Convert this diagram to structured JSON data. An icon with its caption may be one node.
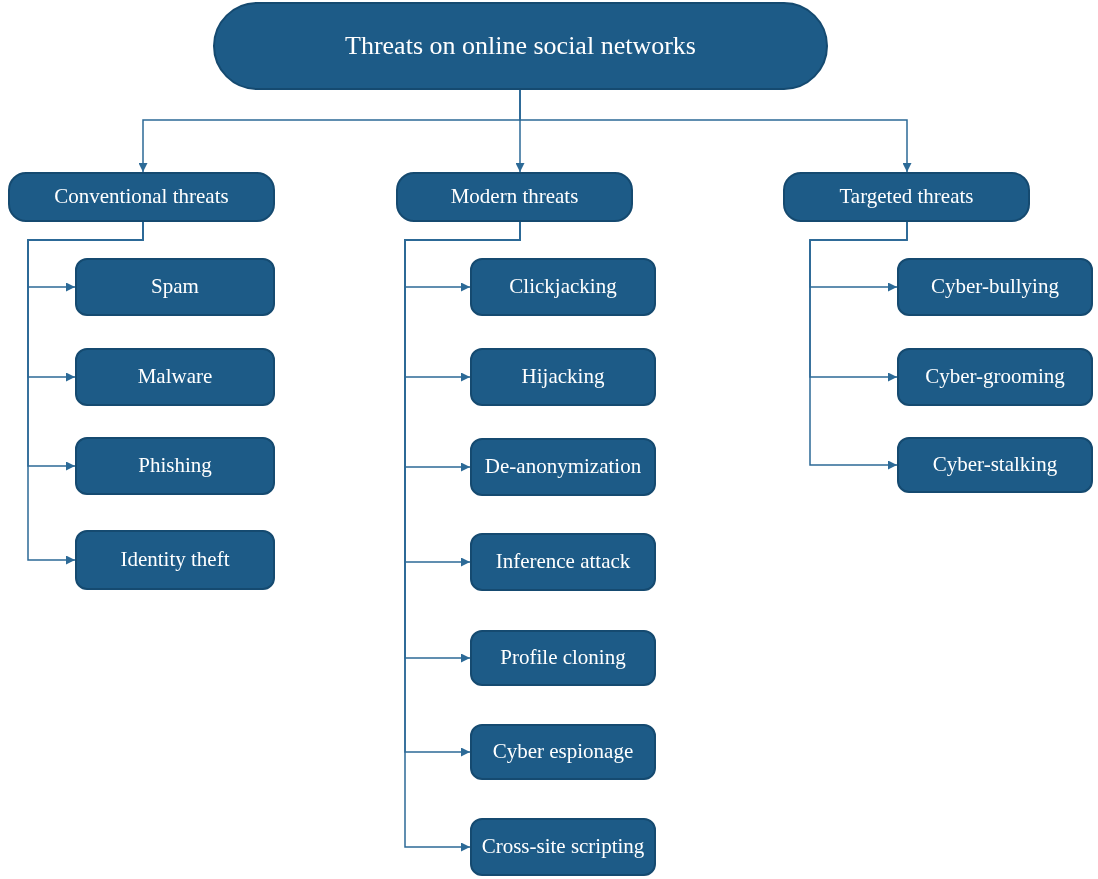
{
  "diagram": {
    "nodes": [
      {
        "text": [
          "Threats on online social networks"
        ]
      },
      {
        "text": [
          "Conventional threats"
        ]
      },
      {
        "text": [
          "Modern threats"
        ]
      },
      {
        "text": [
          "Targeted threats"
        ]
      },
      {
        "text": [
          "Spam"
        ]
      },
      {
        "text": [
          "Malware"
        ]
      },
      {
        "text": [
          "Phishing"
        ]
      },
      {
        "text": [
          "Identity theft"
        ]
      },
      {
        "text": [
          "Clickjacking"
        ]
      },
      {
        "text": [
          "Hijacking"
        ]
      },
      {
        "text": [
          "De-anonymization"
        ]
      },
      {
        "text": [
          "Inference attack"
        ]
      },
      {
        "text": [
          "Profile cloning"
        ]
      },
      {
        "text": [
          "Cyber espionage"
        ]
      },
      {
        "text": [
          "Cross-site scripting"
        ]
      },
      {
        "text": [
          "Cyber-bullying"
        ]
      },
      {
        "text": [
          "Cyber-grooming"
        ]
      },
      {
        "text": [
          "Cyber-stalking"
        ]
      }
    ],
    "edges": [
      {
        "from": 0,
        "to": 1,
        "arrow": "to"
      },
      {
        "from": 0,
        "to": 2,
        "arrow": "to"
      },
      {
        "from": 0,
        "to": 3,
        "arrow": "to"
      },
      {
        "from": 1,
        "to": 4,
        "arrow": "to"
      },
      {
        "from": 1,
        "to": 5,
        "arrow": "to"
      },
      {
        "from": 1,
        "to": 6,
        "arrow": "to"
      },
      {
        "from": 1,
        "to": 7,
        "arrow": "to"
      },
      {
        "from": 2,
        "to": 8,
        "arrow": "to"
      },
      {
        "from": 2,
        "to": 9,
        "arrow": "to"
      },
      {
        "from": 2,
        "to": 10,
        "arrow": "to"
      },
      {
        "from": 2,
        "to": 11,
        "arrow": "to"
      },
      {
        "from": 2,
        "to": 12,
        "arrow": "to"
      },
      {
        "from": 2,
        "to": 13,
        "arrow": "to"
      },
      {
        "from": 2,
        "to": 14,
        "arrow": "to"
      },
      {
        "from": 3,
        "to": 15,
        "arrow": "to"
      },
      {
        "from": 3,
        "to": 16,
        "arrow": "to"
      },
      {
        "from": 3,
        "to": 17,
        "arrow": "to"
      }
    ]
  }
}
